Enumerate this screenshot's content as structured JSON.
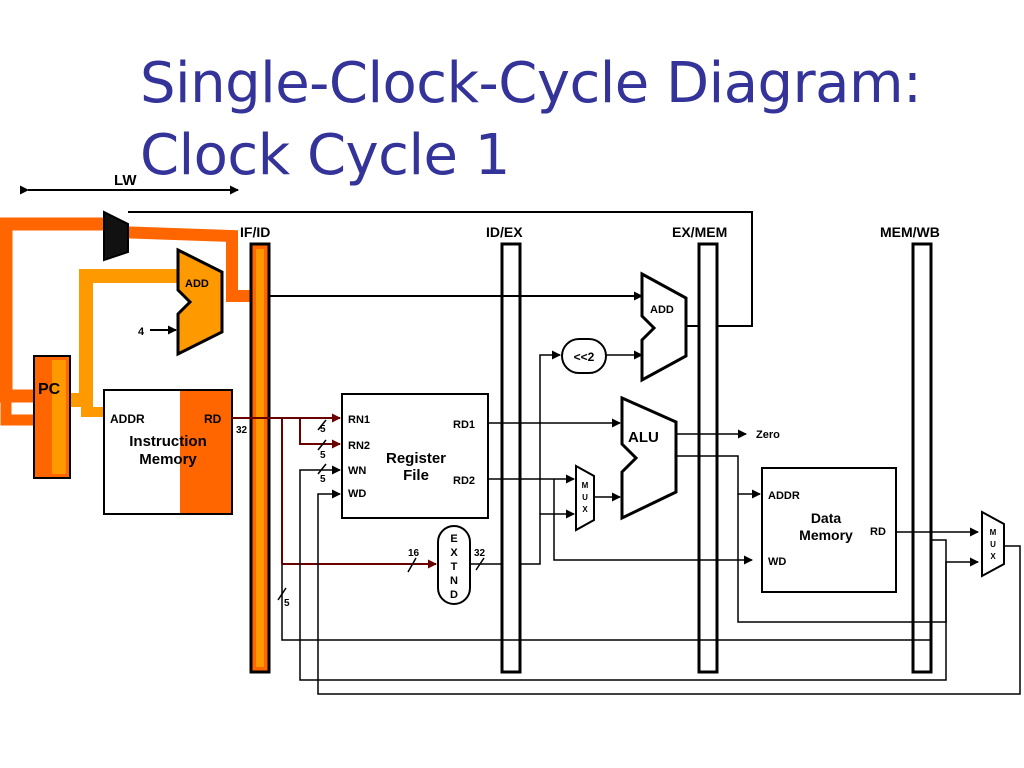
{
  "title": {
    "line1": "Single-Clock-Cycle Diagram:",
    "line2": "Clock Cycle 1"
  },
  "instruction": "LW",
  "stage_registers": [
    "IF/ID",
    "ID/EX",
    "EX/MEM",
    "MEM/WB"
  ],
  "blocks": {
    "pc": "PC",
    "add_if": "ADD",
    "const_four": "4",
    "instruction_memory": {
      "addr": "ADDR",
      "rd": "RD",
      "name_line1": "Instruction",
      "name_line2": "Memory"
    },
    "register_file": {
      "rn1": "RN1",
      "rn2": "RN2",
      "wn": "WN",
      "wd": "WD",
      "rd1": "RD1",
      "rd2": "RD2",
      "name_line1": "Register",
      "name_line2": "File"
    },
    "shift_left": "<<2",
    "add_ex": "ADD",
    "alu": "ALU",
    "zero": "Zero",
    "mux_label": [
      "M",
      "U",
      "X"
    ],
    "extend_label": [
      "E",
      "X",
      "T",
      "N",
      "D"
    ],
    "data_memory": {
      "addr": "ADDR",
      "wd": "WD",
      "rd": "RD",
      "name_line1": "Data",
      "name_line2": "Memory"
    }
  },
  "bus_widths": {
    "rd_out": "32",
    "rn1": "5",
    "rn2": "5",
    "wn": "5",
    "ext_in": "16",
    "ext_out": "32",
    "wb_reg": "5"
  },
  "colors": {
    "title": "#333399",
    "active_dark": "#ff6600",
    "active_light": "#ff9900",
    "active_wire": "#6b0000"
  }
}
